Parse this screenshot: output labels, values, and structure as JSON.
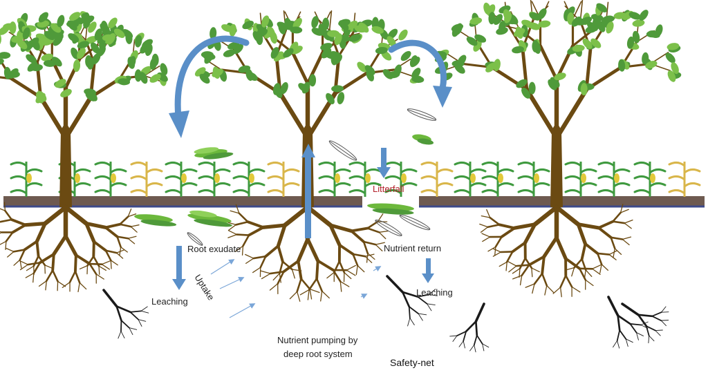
{
  "labels": {
    "root_exudate": "Root exudate",
    "uptake": "Uptake",
    "leaching_left": "Leaching",
    "litterfall": "Litterfall",
    "nutrient_return": "Nutrient return",
    "leaching_right": "Leaching",
    "pumping_line1": "Nutrient pumping by",
    "pumping_line2": "deep root system",
    "safety_net": "Safety-net"
  },
  "colors": {
    "trunk": "#6b4a12",
    "leaf": "#4f9a3a",
    "leaf_light": "#7cc04a",
    "soil": "#6e5a50",
    "soil_line": "#3d4a8a",
    "arrow": "#5a8fc8",
    "deep_root": "#1a1a1a",
    "crop_green": "#3f9a3f",
    "crop_dry": "#d9b64a"
  }
}
